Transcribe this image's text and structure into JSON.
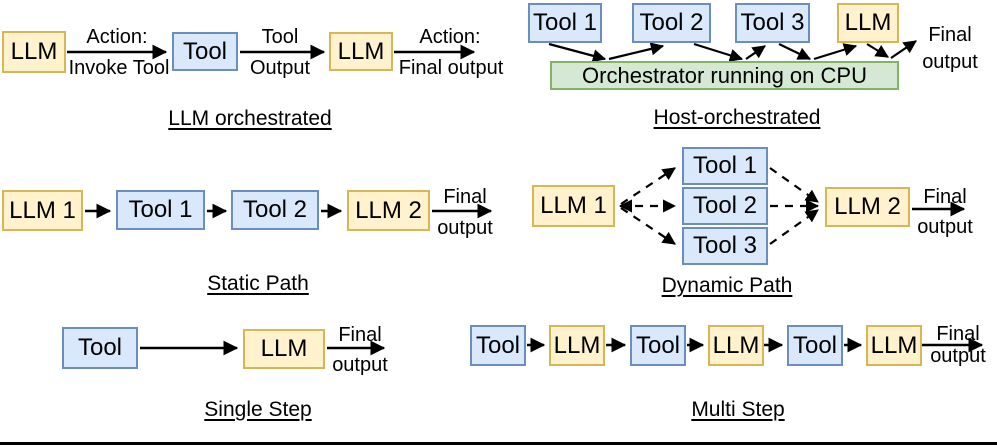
{
  "colors": {
    "llm_fill": "#fff2cc",
    "llm_border": "#d6b656",
    "tool_fill": "#dae8fc",
    "tool_border": "#6c8ebf",
    "orchestrator_fill": "#d5e8d4",
    "orchestrator_border": "#82b366",
    "arrow": "#000000"
  },
  "diagrams": {
    "llm_orchestrated": {
      "title": "LLM orchestrated",
      "llm1": "LLM",
      "tool": "Tool",
      "llm2": "LLM",
      "edge1_top": "Action:",
      "edge1_bottom": "Invoke Tool",
      "edge2_top": "Tool",
      "edge2_bottom": "Output",
      "edge3_top": "Action:",
      "edge3_bottom": "Final output"
    },
    "host_orchestrated": {
      "title": "Host-orchestrated",
      "tool1": "Tool 1",
      "tool2": "Tool 2",
      "tool3": "Tool 3",
      "llm": "LLM",
      "orchestrator": "Orchestrator running on CPU",
      "final_output": "Final output"
    },
    "static_path": {
      "title": "Static Path",
      "llm1": "LLM 1",
      "tool1": "Tool 1",
      "tool2": "Tool 2",
      "llm2": "LLM 2",
      "final_output": "Final output"
    },
    "dynamic_path": {
      "title": "Dynamic Path",
      "llm1": "LLM 1",
      "tool1": "Tool 1",
      "tool2": "Tool 2",
      "tool3": "Tool 3",
      "llm2": "LLM 2",
      "final_output": "Final output"
    },
    "single_step": {
      "title": "Single Step",
      "tool": "Tool",
      "llm": "LLM",
      "final_output": "Final output"
    },
    "multi_step": {
      "title": "Multi Step",
      "boxes": [
        "Tool",
        "LLM",
        "Tool",
        "LLM",
        "Tool",
        "LLM"
      ],
      "final_output": "Final output"
    }
  }
}
